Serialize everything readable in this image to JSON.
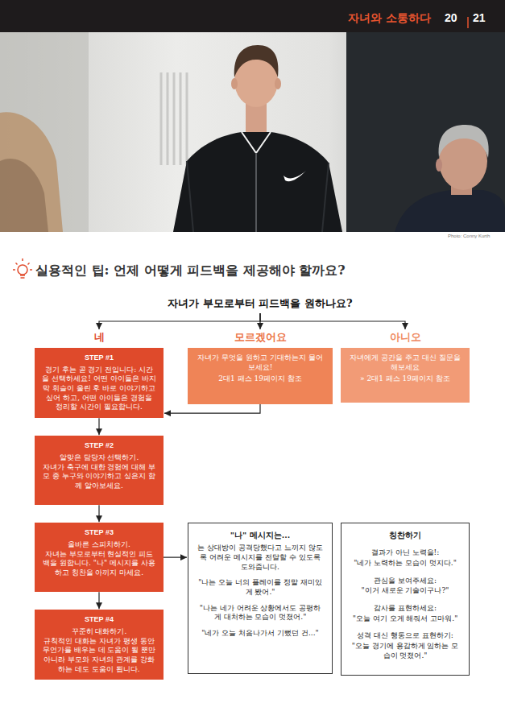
{
  "diagram": {
    "title": "실용적인 팁: 언제 어떻게 피드백을 제공해야 할까요?",
    "nodes": [
      {
        "text": [
          "자녀가 부모로부터 피드백을 원하나요?"
        ]
      },
      {
        "text": [
          "네",
          "STEP #1",
          "경기 후는 곧 경기 전입니다: 시간을 선택하세요! 어떤 아이들은 바지막 휘슬이 울린 후 바로 이야기하고 싶어 하고, 어떤 아이들은 경험을 정리할 시간이 필요합니다."
        ]
      },
      {
        "text": [
          "모르겠어요",
          "자녀가 무엇을 원하고 기대하는지 물어보세요!",
          "2대1 패스 19페이지 참조"
        ]
      },
      {
        "text": [
          "아니오",
          "자녀에게 공간을 주고 대신 질문을 해보세요",
          "» 2대1 패스 19페이지 참조"
        ]
      },
      {
        "text": [
          "STEP #2",
          "알맞은 담당자 선택하기.",
          "자녀가 축구에 대한 경험에 대해 부모 중 누구와 이야기하고 싶은지 함께 알아보세요."
        ]
      },
      {
        "text": [
          "STEP #3",
          "올바른 스피치하기.",
          "자녀는 부모로부터 현실적인 피드백을 원합니다. \"나\" 메시지를 사용하고 칭찬을 아끼지 마세요."
        ]
      },
      {
        "text": [
          "\"나\" 메시지는...",
          "는 상대방이 공격당했다고 느끼지 않도록 어려운 메시지를 전달할 수 있도록 도와줍니다.",
          "\"나는 오늘 너의 플레이를 정말 재미있게 봤어.\"",
          "\"나는 네가 어려운 상황에서도 공평하게 대처하는 모습이 멋졌어.\"",
          "\"네가 오늘 처음나가서 기뻤던 건...\""
        ]
      },
      {
        "text": [
          "칭찬하기",
          "결과가 아닌 노력을!:",
          "\"네가 노력하는 모습이 멋지다.\"",
          "관심을 보여주세요:",
          "\"이거 새로운 기술이구나?\"",
          "감사를 표현하세요:",
          "\"오늘 여기 오게 해줘서 고마워.\"",
          "성격 대신 행동으로 표현하기:",
          "\"오늘 경기에 용감하게 임하는 모습이 멋졌어.\""
        ]
      },
      {
        "text": [
          "STEP #4",
          "꾸준히 대화하기.",
          "규칙적인 대화는 자녀가 평생 동안 무언가를 배우는 데 도움이 될 뿐만 아니라 부모와 자녀의 관계를 강화하는 데도 도움이 됩니다."
        ]
      }
    ],
    "edges": [
      {
        "from": 0,
        "to": 1,
        "arrow": "to"
      },
      {
        "from": 0,
        "to": 2,
        "arrow": "to"
      },
      {
        "from": 0,
        "to": 3,
        "arrow": "to"
      },
      {
        "from": 2,
        "to": 1,
        "arrow": "to"
      },
      {
        "from": 1,
        "to": 4,
        "arrow": "to"
      },
      {
        "from": 4,
        "to": 5,
        "arrow": "to"
      },
      {
        "from": 5,
        "to": 6,
        "arrow": "to"
      },
      {
        "from": 5,
        "to": 8,
        "arrow": "to"
      }
    ],
    "labels": [
      "자녀와 소통하다",
      "20",
      "21",
      "Photo: Conny Kurth"
    ]
  }
}
